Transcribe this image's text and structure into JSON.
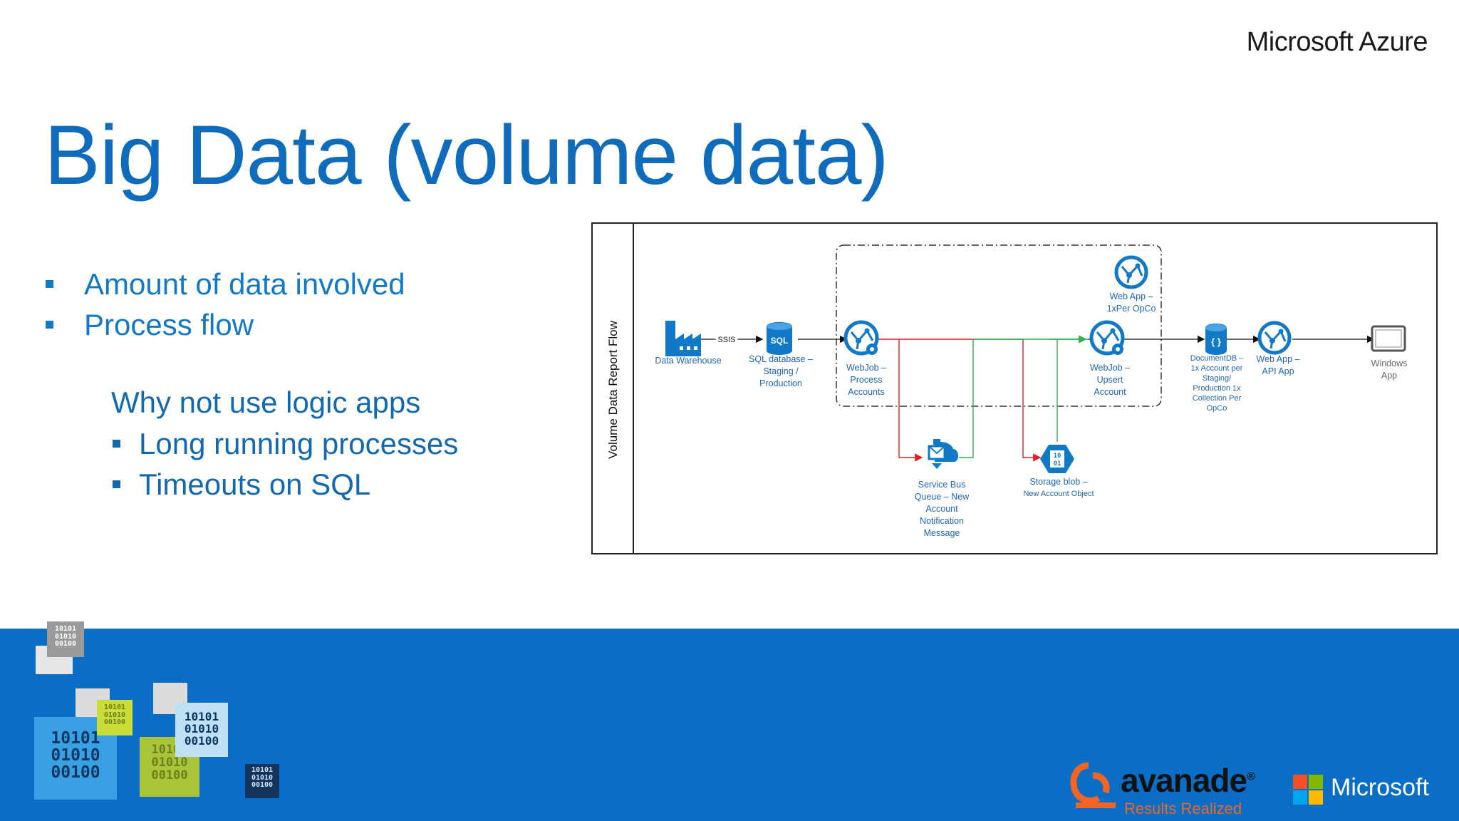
{
  "header": {
    "brand": "Microsoft Azure"
  },
  "slide": {
    "title": "Big Data (volume data)",
    "bullets": [
      "Amount of data involved",
      "Process flow"
    ],
    "sub_heading": "Why not use logic apps",
    "sub_bullets": [
      "Long running processes",
      "Timeouts on SQL"
    ]
  },
  "diagram": {
    "lane_label": "Volume Data Report Flow",
    "edge_label": "SSIS",
    "nodes": {
      "data_warehouse": "Data Warehouse",
      "sql_database": "SQL database –\nStaging /\nProduction",
      "webjob_process": "WebJob –\nProcess\nAccounts",
      "webapp_opco": "Web App –\n1xPer OpCo",
      "webjob_upsert": "WebJob –\nUpsert\nAccount",
      "documentdb": "DocumentDB –\n1x Account per\nStaging/\nProduction 1x\nCollection Per\nOpCo",
      "webapp_api": "Web App –\nAPI App",
      "windows_app": "Windows App",
      "service_bus": "Service Bus\nQueue – New\nAccount\nNotification\nMessage",
      "storage_blob": "Storage blob –",
      "storage_blob_sub": "New Account Object"
    },
    "icon_text": {
      "sql": "SQL",
      "blob": "10\n01",
      "docdb": "{ }"
    },
    "colors": {
      "azure_blue": "#1279c6",
      "red_line": "#e02020",
      "green_line": "#2eb24d"
    }
  },
  "footer": {
    "binary_tiles": [
      "10101\n01010\n00100",
      "10101\n01010\n00100",
      "10101\n01010\n00100",
      "10101\n01010\n00100",
      "10101\n01010\n00100",
      "10101\n01010\n00100"
    ],
    "avanade_word": "avanade",
    "avanade_reg": "®",
    "avanade_tagline": "Results Realized",
    "microsoft_word": "Microsoft",
    "colors": {
      "band": "#0a6ec6",
      "avanade_orange": "#f26522"
    }
  }
}
